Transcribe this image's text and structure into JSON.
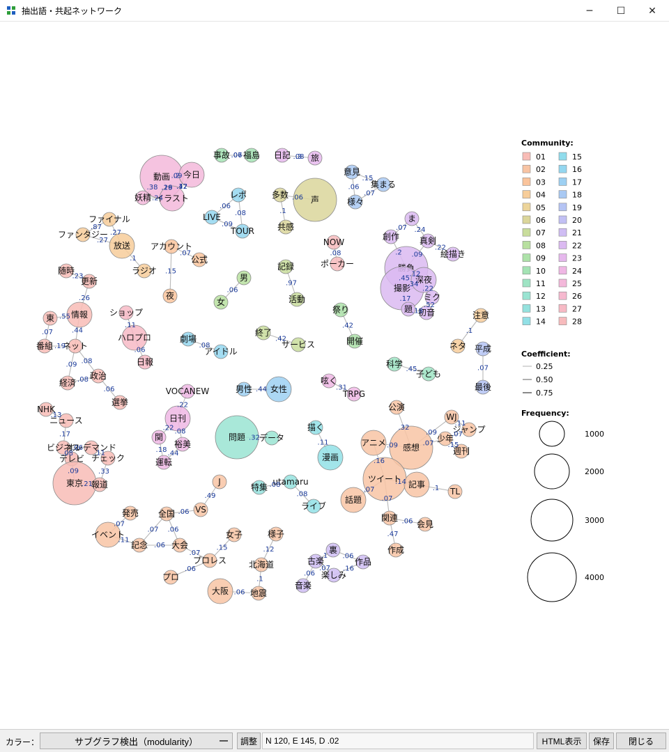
{
  "window": {
    "title": "抽出語・共起ネットワーク",
    "minimize_symbol": "─",
    "maximize_symbol": "☐",
    "close_symbol": "✕"
  },
  "statusbar": {
    "color_label": "カラー：",
    "color_select_value": "サブグラフ検出（modularity）",
    "adjust_label": "調整",
    "stats_text": "N 120, E 145, D .02",
    "html_button": "HTML表示",
    "save_button": "保存",
    "close_button": "閉じる"
  },
  "legend": {
    "community_title": "Community:",
    "communities": [
      {
        "label": "01",
        "color": "#f8bcb6"
      },
      {
        "label": "02",
        "color": "#f8c4a4"
      },
      {
        "label": "03",
        "color": "#fac49c"
      },
      {
        "label": "04",
        "color": "#f7cd9a"
      },
      {
        "label": "05",
        "color": "#ecd49a"
      },
      {
        "label": "06",
        "color": "#dbd69b"
      },
      {
        "label": "07",
        "color": "#c9dd9c"
      },
      {
        "label": "08",
        "color": "#b8e0a0"
      },
      {
        "label": "09",
        "color": "#ade2a9"
      },
      {
        "label": "10",
        "color": "#a4e3b4"
      },
      {
        "label": "11",
        "color": "#9fe4c4"
      },
      {
        "label": "12",
        "color": "#9ae4d2"
      },
      {
        "label": "13",
        "color": "#95e2de"
      },
      {
        "label": "14",
        "color": "#92e0e6"
      },
      {
        "label": "15",
        "color": "#90dcec"
      },
      {
        "label": "16",
        "color": "#94d7f0"
      },
      {
        "label": "17",
        "color": "#9dd0f2"
      },
      {
        "label": "18",
        "color": "#a9c9f3"
      },
      {
        "label": "19",
        "color": "#b5c4f4"
      },
      {
        "label": "20",
        "color": "#c2c0f4"
      },
      {
        "label": "21",
        "color": "#cfbdf3"
      },
      {
        "label": "22",
        "color": "#dbbaf1"
      },
      {
        "label": "23",
        "color": "#e6b8ed"
      },
      {
        "label": "24",
        "color": "#efb7e4"
      },
      {
        "label": "25",
        "color": "#f3b8da"
      },
      {
        "label": "26",
        "color": "#f6b9cf"
      },
      {
        "label": "27",
        "color": "#f7bac5"
      },
      {
        "label": "28",
        "color": "#f7bbbd"
      }
    ],
    "coefficient_title": "Coefficient:",
    "coefficients": [
      ".0.25",
      "0.50",
      "0.75"
    ],
    "frequency_title": "Frequency:",
    "frequencies": [
      "1000",
      "2000",
      "3000",
      "4000"
    ]
  },
  "network": {
    "nodes": [
      {
        "label": "事故",
        "community": "10",
        "freq": "low"
      },
      {
        "label": "福島",
        "community": "10",
        "freq": "low"
      },
      {
        "label": "日記",
        "community": "23",
        "freq": "low"
      },
      {
        "label": "旅",
        "community": "23",
        "freq": "low"
      },
      {
        "label": "動画",
        "community": "25",
        "freq": "high"
      },
      {
        "label": "今日",
        "community": "25",
        "freq": "mid"
      },
      {
        "label": "妖精",
        "community": "25",
        "freq": "low"
      },
      {
        "label": "イラスト",
        "community": "25",
        "freq": "mid"
      },
      {
        "label": "レポ",
        "community": "16",
        "freq": "low"
      },
      {
        "label": "LIVE",
        "community": "16",
        "freq": "low"
      },
      {
        "label": "TOUR",
        "community": "16",
        "freq": "low"
      },
      {
        "label": "多数",
        "community": "06",
        "freq": "low"
      },
      {
        "label": "声",
        "community": "06",
        "freq": "high"
      },
      {
        "label": "共感",
        "community": "06",
        "freq": "low"
      },
      {
        "label": "意見",
        "community": "18",
        "freq": "low"
      },
      {
        "label": "集まる",
        "community": "18",
        "freq": "low"
      },
      {
        "label": "様々",
        "community": "18",
        "freq": "low"
      },
      {
        "label": "ファイナル",
        "community": "04",
        "freq": "low"
      },
      {
        "label": "ファンタジー",
        "community": "04",
        "freq": "low"
      },
      {
        "label": "放送",
        "community": "04",
        "freq": "mid"
      },
      {
        "label": "ラジオ",
        "community": "04",
        "freq": "low"
      },
      {
        "label": "アカウント",
        "community": "03",
        "freq": "low"
      },
      {
        "label": "公式",
        "community": "03",
        "freq": "low"
      },
      {
        "label": "夜",
        "community": "03",
        "freq": "low"
      },
      {
        "label": "NOW",
        "community": "28",
        "freq": "low"
      },
      {
        "label": "ポーカー",
        "community": "28",
        "freq": "low"
      },
      {
        "label": "記録",
        "community": "07",
        "freq": "low"
      },
      {
        "label": "活動",
        "community": "07",
        "freq": "low"
      },
      {
        "label": "男",
        "community": "08",
        "freq": "low"
      },
      {
        "label": "女",
        "community": "08",
        "freq": "low"
      },
      {
        "label": "ま",
        "community": "22",
        "freq": "low"
      },
      {
        "label": "創作",
        "community": "22",
        "freq": "low"
      },
      {
        "label": "真剣",
        "community": "22",
        "freq": "low"
      },
      {
        "label": "絵描き",
        "community": "22",
        "freq": "low"
      },
      {
        "label": "勝負",
        "community": "22",
        "freq": "high"
      },
      {
        "label": "撮影",
        "community": "22",
        "freq": "high"
      },
      {
        "label": "深夜",
        "community": "22",
        "freq": "mid"
      },
      {
        "label": "題",
        "community": "22",
        "freq": "low"
      },
      {
        "label": "ミク",
        "community": "22",
        "freq": "low"
      },
      {
        "label": "初音",
        "community": "22",
        "freq": "low"
      },
      {
        "label": "随時",
        "community": "01",
        "freq": "low"
      },
      {
        "label": "更新",
        "community": "01",
        "freq": "low"
      },
      {
        "label": "情報",
        "community": "01",
        "freq": "mid"
      },
      {
        "label": "東",
        "community": "01",
        "freq": "low"
      },
      {
        "label": "番組",
        "community": "01",
        "freq": "low"
      },
      {
        "label": "ネット",
        "community": "01",
        "freq": "low"
      },
      {
        "label": "ショップ",
        "community": "27",
        "freq": "low"
      },
      {
        "label": "ハロプロ",
        "community": "27",
        "freq": "mid"
      },
      {
        "label": "日報",
        "community": "27",
        "freq": "low"
      },
      {
        "label": "劇場",
        "community": "16",
        "freq": "low"
      },
      {
        "label": "アイドル",
        "community": "16",
        "freq": "low"
      },
      {
        "label": "終了",
        "community": "07",
        "freq": "low"
      },
      {
        "label": "サービス",
        "community": "07",
        "freq": "low"
      },
      {
        "label": "祭り",
        "community": "09",
        "freq": "low"
      },
      {
        "label": "開催",
        "community": "09",
        "freq": "low"
      },
      {
        "label": "注意",
        "community": "04",
        "freq": "low"
      },
      {
        "label": "ネタ",
        "community": "04",
        "freq": "low"
      },
      {
        "label": "平成",
        "community": "19",
        "freq": "low"
      },
      {
        "label": "最後",
        "community": "19",
        "freq": "low"
      },
      {
        "label": "経済",
        "community": "01",
        "freq": "low"
      },
      {
        "label": "政治",
        "community": "01",
        "freq": "low"
      },
      {
        "label": "選挙",
        "community": "01",
        "freq": "low"
      },
      {
        "label": "NHK",
        "community": "01",
        "freq": "low"
      },
      {
        "label": "ニュース",
        "community": "01",
        "freq": "low"
      },
      {
        "label": "ビジネス",
        "community": "01",
        "freq": "low"
      },
      {
        "label": "オンデマンド",
        "community": "01",
        "freq": "low"
      },
      {
        "label": "テレビ",
        "community": "01",
        "freq": "low"
      },
      {
        "label": "チェック",
        "community": "01",
        "freq": "low"
      },
      {
        "label": "東京",
        "community": "01",
        "freq": "high"
      },
      {
        "label": "報道",
        "community": "01",
        "freq": "low"
      },
      {
        "label": "VOCANEW",
        "community": "24",
        "freq": "low"
      },
      {
        "label": "日刊",
        "community": "24",
        "freq": "mid"
      },
      {
        "label": "関",
        "community": "24",
        "freq": "low"
      },
      {
        "label": "裕美",
        "community": "24",
        "freq": "low"
      },
      {
        "label": "運転",
        "community": "24",
        "freq": "low"
      },
      {
        "label": "男性",
        "community": "17",
        "freq": "low"
      },
      {
        "label": "女性",
        "community": "17",
        "freq": "mid"
      },
      {
        "label": "科学",
        "community": "11",
        "freq": "low"
      },
      {
        "label": "子ども",
        "community": "11",
        "freq": "low"
      },
      {
        "label": "呟く",
        "community": "24",
        "freq": "low"
      },
      {
        "label": "TRPG",
        "community": "24",
        "freq": "low"
      },
      {
        "label": "問題",
        "community": "12",
        "freq": "high"
      },
      {
        "label": "データ",
        "community": "12",
        "freq": "low"
      },
      {
        "label": "描く",
        "community": "14",
        "freq": "low"
      },
      {
        "label": "漫画",
        "community": "14",
        "freq": "mid"
      },
      {
        "label": "特集",
        "community": "13",
        "freq": "low"
      },
      {
        "label": "utamaru",
        "community": "13",
        "freq": "low"
      },
      {
        "label": "ライブ",
        "community": "14",
        "freq": "low"
      },
      {
        "label": "公演",
        "community": "02",
        "freq": "low"
      },
      {
        "label": "アニメ",
        "community": "02",
        "freq": "mid"
      },
      {
        "label": "感想",
        "community": "02",
        "freq": "high"
      },
      {
        "label": "WJ",
        "community": "02",
        "freq": "low"
      },
      {
        "label": "ジャンプ",
        "community": "02",
        "freq": "low"
      },
      {
        "label": "少年",
        "community": "02",
        "freq": "low"
      },
      {
        "label": "週刊",
        "community": "02",
        "freq": "low"
      },
      {
        "label": "ツイート",
        "community": "02",
        "freq": "high"
      },
      {
        "label": "記事",
        "community": "02",
        "freq": "mid"
      },
      {
        "label": "TL",
        "community": "02",
        "freq": "low"
      },
      {
        "label": "話題",
        "community": "02",
        "freq": "mid"
      },
      {
        "label": "関連",
        "community": "02",
        "freq": "low"
      },
      {
        "label": "会見",
        "community": "02",
        "freq": "low"
      },
      {
        "label": "作成",
        "community": "02",
        "freq": "low"
      },
      {
        "label": "J",
        "community": "02",
        "freq": "low"
      },
      {
        "label": "VS",
        "community": "02",
        "freq": "low"
      },
      {
        "label": "発売",
        "community": "02",
        "freq": "low"
      },
      {
        "label": "全国",
        "community": "02",
        "freq": "low"
      },
      {
        "label": "イベント",
        "community": "02",
        "freq": "mid"
      },
      {
        "label": "記念",
        "community": "02",
        "freq": "low"
      },
      {
        "label": "大会",
        "community": "02",
        "freq": "low"
      },
      {
        "label": "女子",
        "community": "02",
        "freq": "low"
      },
      {
        "label": "様子",
        "community": "02",
        "freq": "low"
      },
      {
        "label": "プロレス",
        "community": "02",
        "freq": "low"
      },
      {
        "label": "プロ",
        "community": "02",
        "freq": "low"
      },
      {
        "label": "北海道",
        "community": "02",
        "freq": "low"
      },
      {
        "label": "大阪",
        "community": "02",
        "freq": "mid"
      },
      {
        "label": "地震",
        "community": "02",
        "freq": "low"
      },
      {
        "label": "裏",
        "community": "21",
        "freq": "low"
      },
      {
        "label": "古楽",
        "community": "21",
        "freq": "low"
      },
      {
        "label": "作品",
        "community": "21",
        "freq": "low"
      },
      {
        "label": "楽しみ",
        "community": "21",
        "freq": "low"
      },
      {
        "label": "音楽",
        "community": "21",
        "freq": "low"
      }
    ],
    "edge_labels": [
      ".07",
      ".3",
      ".2",
      ".26",
      ".42",
      ".24",
      ".38",
      ".06",
      ".08",
      ".09",
      ".06",
      ".1",
      ".15",
      ".06",
      ".07",
      ".87",
      ".27",
      ".27",
      ".1",
      ".07",
      ".15",
      ".08",
      ".97",
      ".06",
      ".07",
      ".24",
      ".2",
      ".22",
      ".09",
      ".45",
      ".12",
      ".34",
      ".17",
      ".22",
      ".52",
      ".18",
      ".23",
      ".26",
      ".55",
      ".44",
      ".07",
      ".19",
      ".09",
      ".08",
      ".11",
      ".06",
      ".08",
      ".42",
      ".42",
      ".1",
      ".07",
      ".08",
      ".06",
      ".13",
      ".17",
      ".06",
      ".08",
      ".11",
      ".09",
      ".33",
      ".21",
      ".22",
      ".22",
      ".08",
      ".18",
      ".44",
      ".44",
      ".45",
      ".31",
      ".32",
      ".11",
      ".08",
      ".08",
      ".32",
      ".09",
      ".16",
      ".09",
      ".07",
      ".11",
      ".07",
      ".15",
      ".14",
      ".07",
      ".1",
      ".07",
      ".06",
      ".47",
      ".49",
      ".06",
      ".07",
      ".07",
      ".06",
      ".11",
      ".06",
      ".07",
      ".15",
      ".12",
      ".06",
      ".1",
      ".06",
      ".1",
      ".06",
      ".07",
      ".06",
      ".16",
      ".06",
      ".08",
      ".09",
      ".19",
      ".17"
    ]
  }
}
